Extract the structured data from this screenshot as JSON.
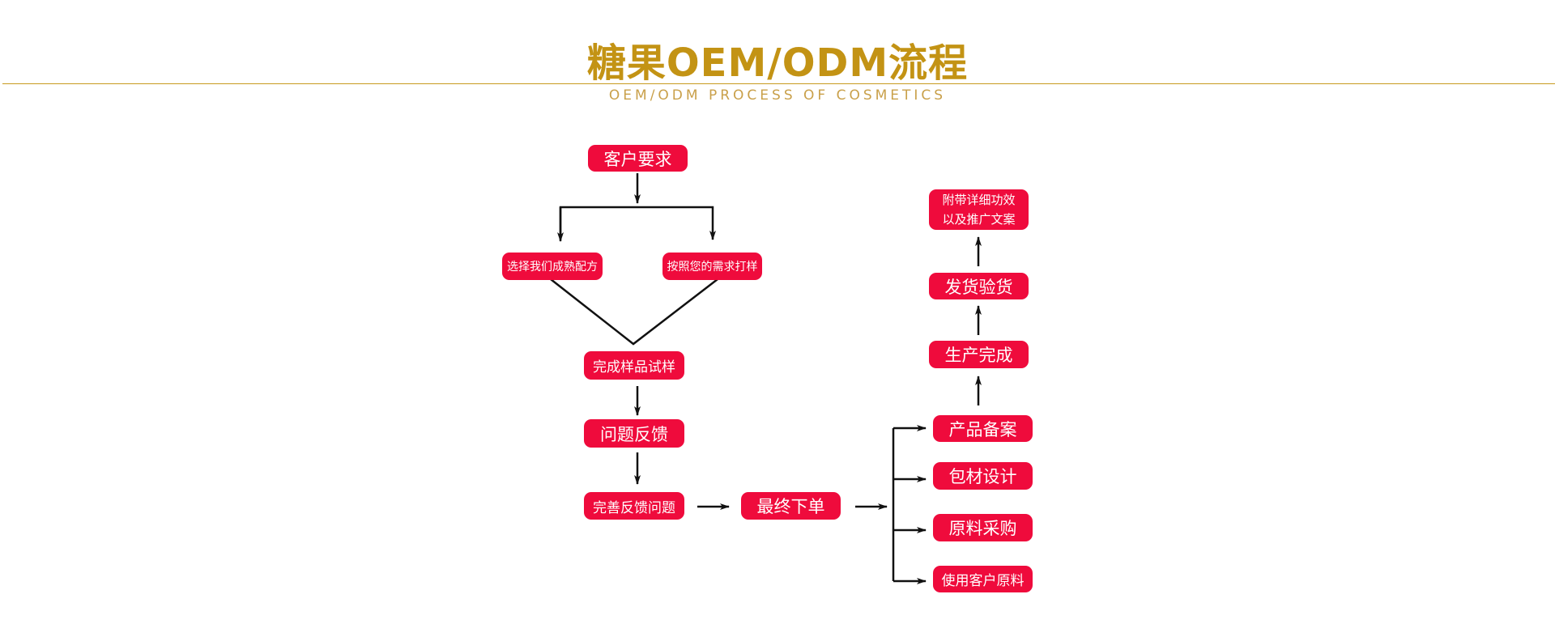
{
  "header": {
    "title": "糖果OEM/ODM流程",
    "subtitle": "OEM/ODM PROCESS OF COSMETICS"
  },
  "flow": {
    "customer_request": "客户要求",
    "option_mature_formula": "选择我们成熟配方",
    "option_custom_sample": "按照您的需求打样",
    "sample_trial": "完成样品试样",
    "feedback": "问题反馈",
    "improve_feedback": "完善反馈问题",
    "final_order": "最终下单",
    "product_filing": "产品备案",
    "packaging_design": "包材设计",
    "raw_material_purchase": "原料采购",
    "use_customer_materials": "使用客户原料",
    "production_complete": "生产完成",
    "shipping_inspection": "发货验货",
    "docs_line1": "附带详细功效",
    "docs_line2": "以及推广文案"
  },
  "colors": {
    "title": "#c39314",
    "node_fill": "#ef0b3c",
    "node_text": "#ffffff",
    "connector": "#111111"
  }
}
